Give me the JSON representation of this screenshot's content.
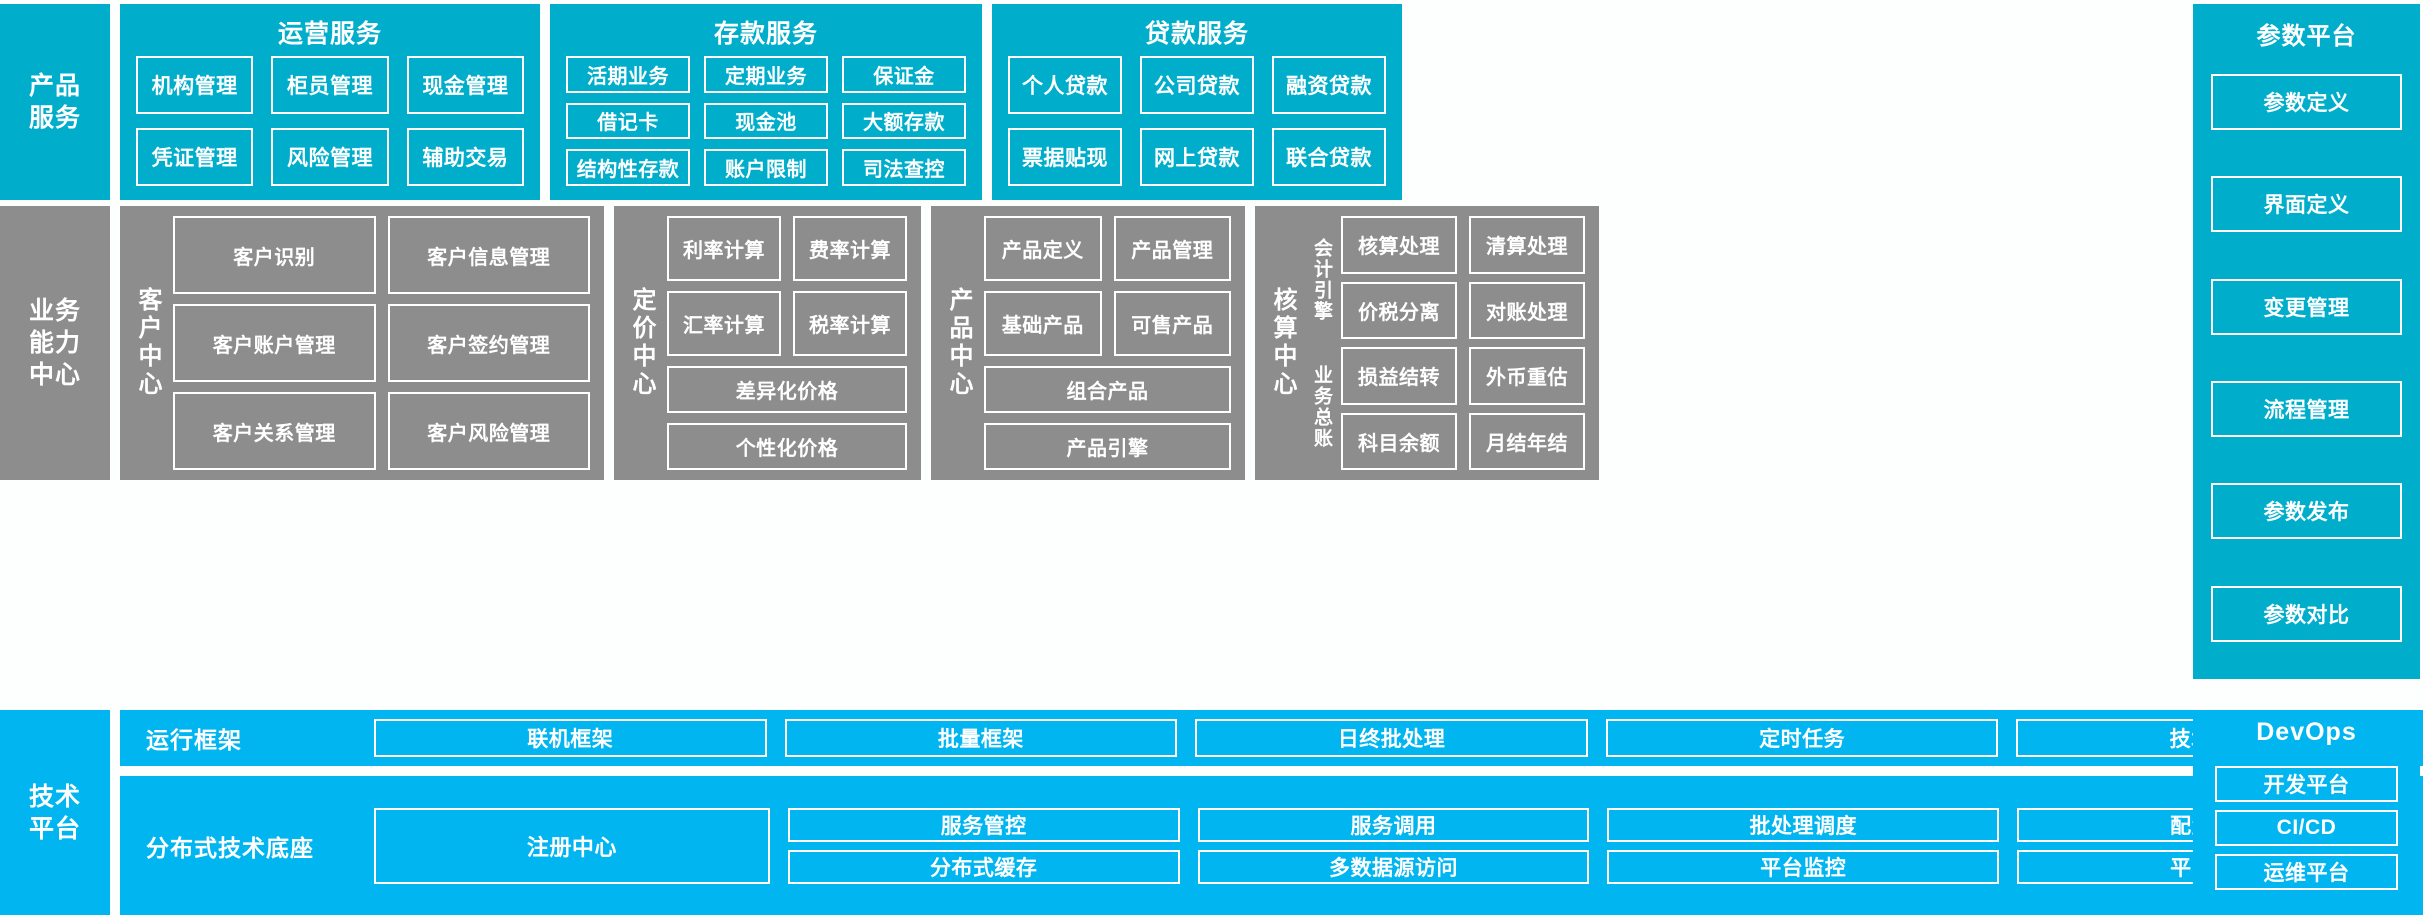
{
  "colors": {
    "teal": "#00adcb",
    "gray": "#8d8d8d",
    "blue": "#00b5f0",
    "tile_border": "#ffffff",
    "background": "#fdffff"
  },
  "layers": {
    "product_service": {
      "label": "产品\n服务",
      "label_line1": "产品",
      "label_line2": "服务",
      "groups": [
        {
          "title": "运营服务",
          "tiles": [
            "机构管理",
            "柜员管理",
            "现金管理",
            "凭证管理",
            "风险管理",
            "辅助交易"
          ]
        },
        {
          "title": "存款服务",
          "tiles": [
            "活期业务",
            "定期业务",
            "保证金",
            "借记卡",
            "现金池",
            "大额存款",
            "结构性存款",
            "账户限制",
            "司法查控"
          ]
        },
        {
          "title": "贷款服务",
          "tiles": [
            "个人贷款",
            "公司贷款",
            "融资贷款",
            "票据贴现",
            "网上贷款",
            "联合贷款"
          ]
        }
      ]
    },
    "business_capability": {
      "label_line1": "业务",
      "label_line2": "能力",
      "label_line3": "中心",
      "groups": [
        {
          "vlabel": "客户中心",
          "tiles": [
            "客户识别",
            "客户信息管理",
            "客户账户管理",
            "客户签约管理",
            "客户关系管理",
            "客户风险管理"
          ],
          "wide_tiles": []
        },
        {
          "vlabel": "定价中心",
          "tiles": [
            "利率计算",
            "费率计算",
            "汇率计算",
            "税率计算"
          ],
          "wide_tiles": [
            "差异化价格",
            "个性化价格"
          ]
        },
        {
          "vlabel": "产品中心",
          "tiles": [
            "产品定义",
            "产品管理",
            "基础产品",
            "可售产品"
          ],
          "wide_tiles": [
            "组合产品",
            "产品引擎"
          ]
        },
        {
          "vlabel": "核算中心",
          "sublabels": [
            "会计引擎",
            "业务总账"
          ],
          "tiles": [
            "核算处理",
            "清算处理",
            "价税分离",
            "对账处理",
            "损益结转",
            "外币重估",
            "科目余额",
            "月结年结"
          ],
          "wide_tiles": []
        }
      ]
    },
    "technical_platform": {
      "label_line1": "技术",
      "label_line2": "平台",
      "rows": [
        {
          "title": "运行框架",
          "items": [
            "联机框架",
            "批量框架",
            "日终批处理",
            "定时任务",
            "技术组件"
          ]
        },
        {
          "title": "分布式技术底座",
          "anchor": "注册中心",
          "columns": [
            [
              "服务管控",
              "分布式缓存"
            ],
            [
              "服务调用",
              "多数据源访问"
            ],
            [
              "批处理调度",
              "平台监控"
            ],
            [
              "配置管理",
              "平台运维"
            ]
          ]
        }
      ]
    }
  },
  "side_columns": {
    "parameter_platform": {
      "title": "参数平台",
      "items": [
        "参数定义",
        "界面定义",
        "变更管理",
        "流程管理",
        "参数发布",
        "参数对比"
      ]
    },
    "devops": {
      "title": "DevOps",
      "items": [
        "开发平台",
        "CI/CD",
        "运维平台"
      ]
    }
  }
}
